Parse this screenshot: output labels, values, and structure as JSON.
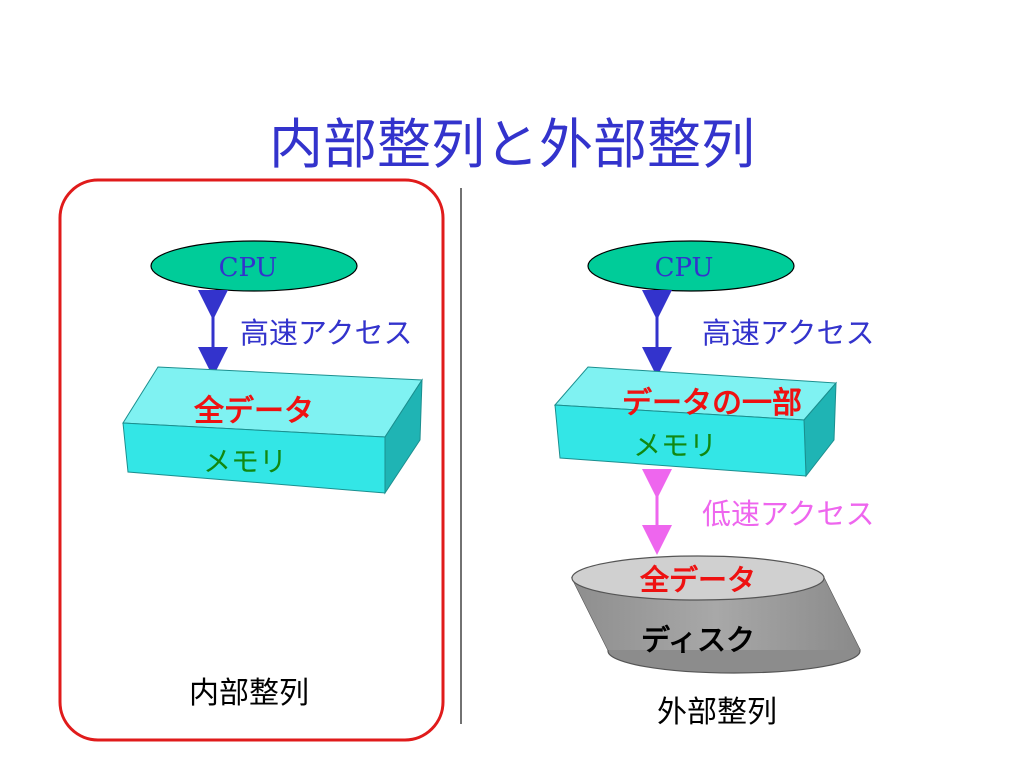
{
  "title": "内部整列と外部整列",
  "internal": {
    "cpu_label": "CPU",
    "access_label": "高速アクセス",
    "data_label": "全データ",
    "memory_label": "メモリ",
    "caption": "内部整列"
  },
  "external": {
    "cpu_label": "CPU",
    "fast_access_label": "高速アクセス",
    "partial_data_label": "データの一部",
    "memory_label": "メモリ",
    "slow_access_label": "低速アクセス",
    "disk_data_label": "全データ",
    "disk_label": "ディスク",
    "caption": "外部整列"
  },
  "colors": {
    "title": "#3333cc",
    "cpu_fill": "#00cc99",
    "memory_fill": "#33e6e6",
    "disk_fill": "#999999",
    "highlight_border": "#e01b1b",
    "fast_arrow": "#3333cc",
    "slow_arrow": "#ee66ee",
    "red_text": "#ee1111",
    "green_text": "#118811"
  }
}
